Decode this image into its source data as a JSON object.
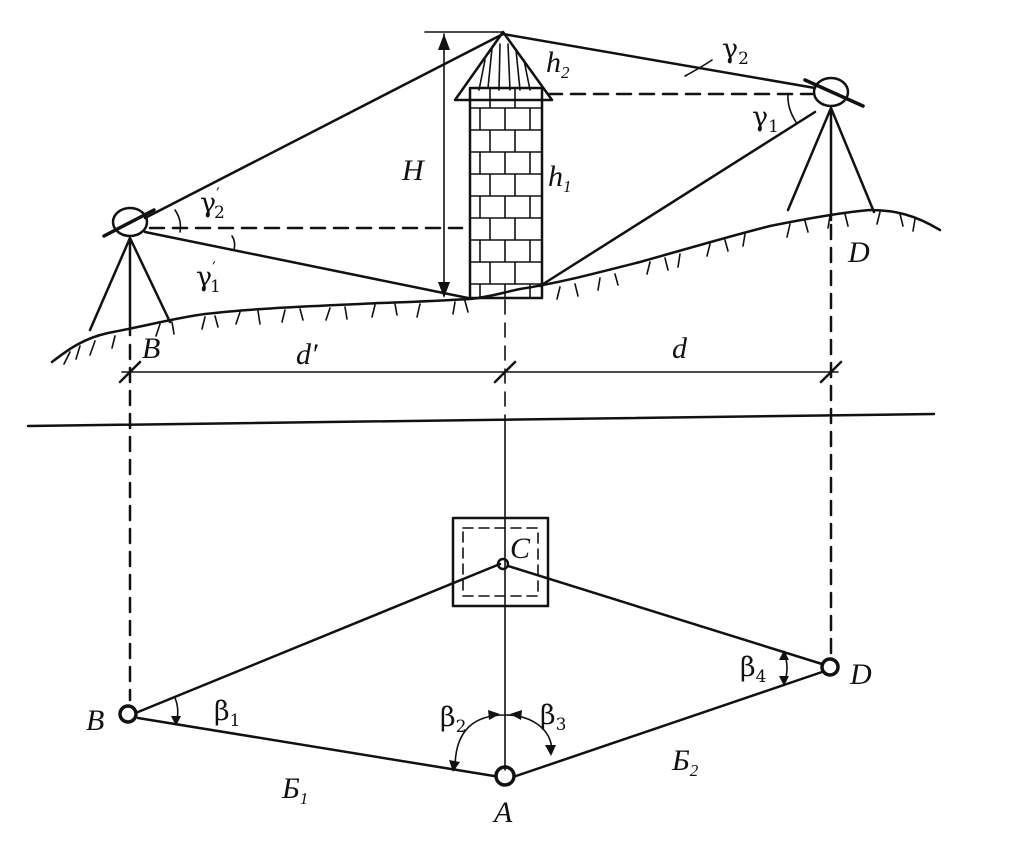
{
  "elevation_view": {
    "points": {
      "B": "B",
      "D": "D"
    },
    "heights": {
      "H": "H",
      "h1": "h",
      "h1_sub": "1",
      "h2": "h",
      "h2_sub": "2"
    },
    "angles": {
      "g1": "γ",
      "g1_sub": "1",
      "g2": "γ",
      "g2_sub": "2",
      "g1p": "γ",
      "g1p_sub": "1",
      "g1p_prime": "′",
      "g2p": "γ",
      "g2p_sub": "2",
      "g2p_prime": "′"
    },
    "distances": {
      "d_prime": "d′",
      "d": "d"
    }
  },
  "plan_view": {
    "points": {
      "A": "A",
      "B": "B",
      "C": "C",
      "D": "D"
    },
    "angles": {
      "b1": "β",
      "b1_sub": "1",
      "b2": "β",
      "b2_sub": "2",
      "b3": "β",
      "b3_sub": "3",
      "b4": "β",
      "b4_sub": "4"
    },
    "bases": {
      "B1": "Б",
      "B1_sub": "1",
      "B2": "Б",
      "B2_sub": "2"
    }
  }
}
